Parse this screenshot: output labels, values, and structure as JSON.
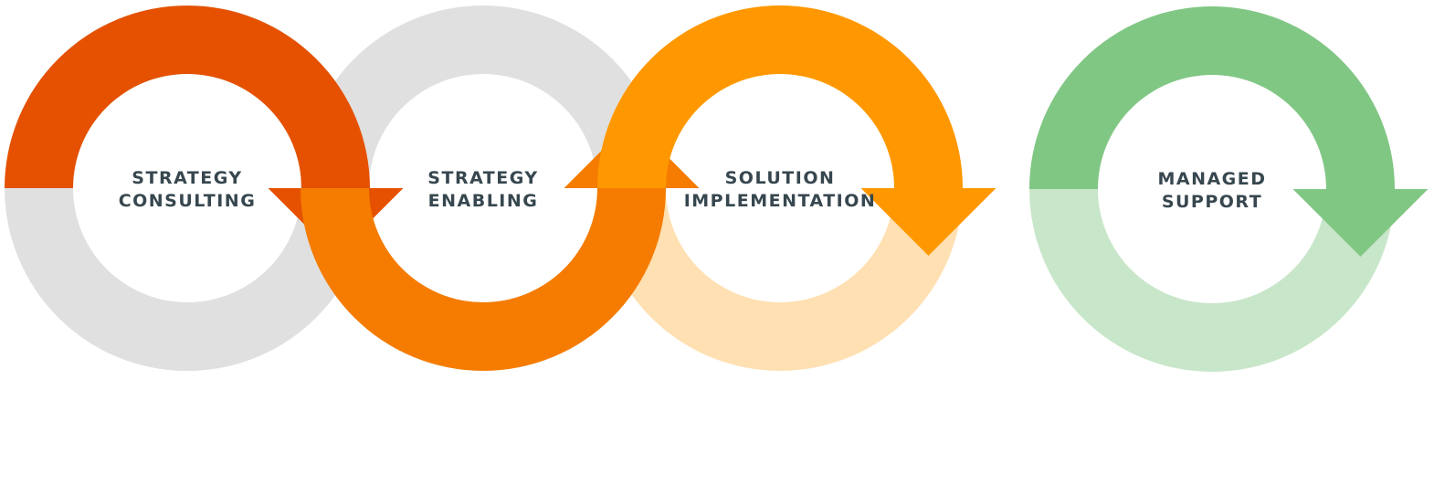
{
  "diagram": {
    "stages": [
      {
        "id": "strategy-consulting",
        "label_lines": [
          "STRATEGY",
          "CONSULTING"
        ],
        "arc_color": "#e55100",
        "ring_color": "#e0e0e0",
        "arrow_direction": "down"
      },
      {
        "id": "strategy-enabling",
        "label_lines": [
          "STRATEGY",
          "ENABLING"
        ],
        "arc_color": "#f57c00",
        "ring_color": "#e0e0e0",
        "arrow_direction": "up"
      },
      {
        "id": "solution-implementation",
        "label_lines": [
          "SOLUTION",
          "IMPLEMENTATION"
        ],
        "arc_color": "#ff9800",
        "ring_color": "#ffe0b2",
        "arrow_direction": "down"
      },
      {
        "id": "managed-support",
        "label_lines": [
          "MANAGED",
          "SUPPORT"
        ],
        "arc_color": "#81c784",
        "ring_color": "#c8e6c9",
        "arrow_direction": "down"
      }
    ],
    "label_color": "#37474f"
  }
}
